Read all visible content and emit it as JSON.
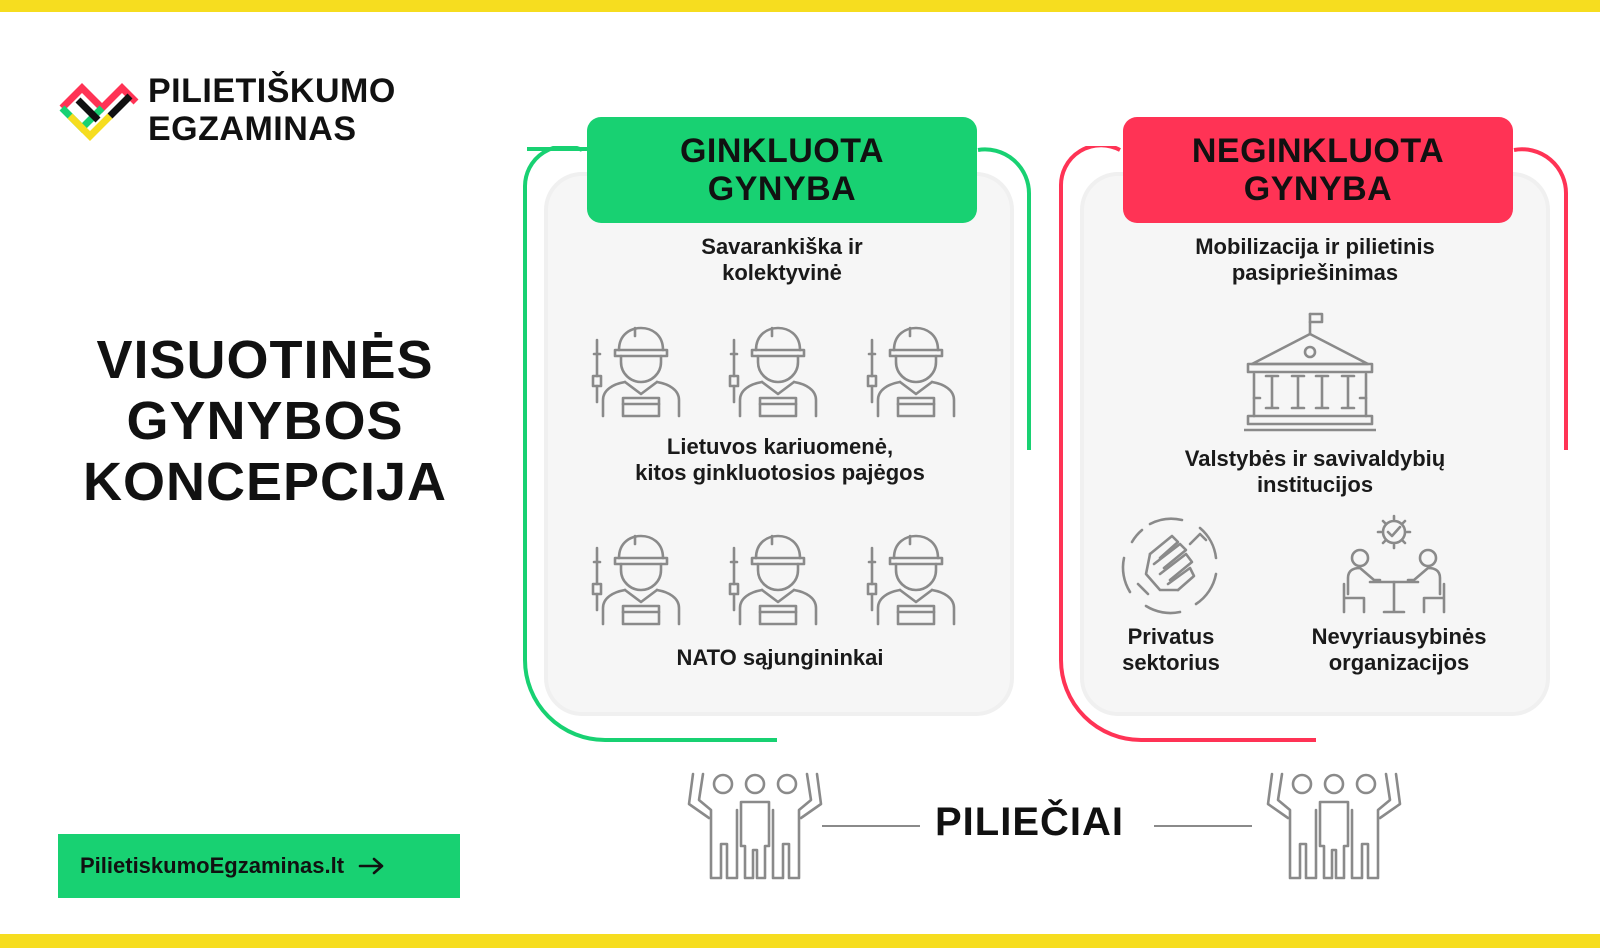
{
  "brand": {
    "line1": "PILIETIŠKUMO",
    "line2": "EGZAMINAS"
  },
  "title": {
    "line1": "VISUOTINĖS",
    "line2": "GYNYBOS",
    "line3": "KONCEPCIJA"
  },
  "link": {
    "label": "PilietiskumoEgzaminas.lt"
  },
  "armed": {
    "header": {
      "line1": "GINKLUOTA",
      "line2": "GYNYBA"
    },
    "subtitle": {
      "line1": "Savarankiška ir",
      "line2": "kolektyvinė"
    },
    "group1": {
      "line1": "Lietuvos kariuomenė,",
      "line2": "kitos ginkluotosios pajėgos"
    },
    "group2": "NATO sąjungininkai"
  },
  "unarmed": {
    "header": {
      "line1": "NEGINKLUOTA",
      "line2": "GYNYBA"
    },
    "subtitle": {
      "line1": "Mobilizacija ir pilietinis",
      "line2": "pasipriešinimas"
    },
    "institutions": {
      "line1": "Valstybės ir savivaldybių",
      "line2": "institucijos"
    },
    "private": {
      "line1": "Privatus",
      "line2": "sektorius"
    },
    "ngo": {
      "line1": "Nevyriausybinės",
      "line2": "organizacijos"
    }
  },
  "citizens": "PILIEČIAI",
  "colors": {
    "green": "#18d172",
    "red": "#ff3355",
    "yellow": "#f6dd1f",
    "icon": "#8a8a8a"
  },
  "icons": [
    "soldier-icon",
    "government-building-icon",
    "handshake-icon",
    "meeting-icon",
    "citizens-group-icon",
    "arrow-right-icon"
  ]
}
